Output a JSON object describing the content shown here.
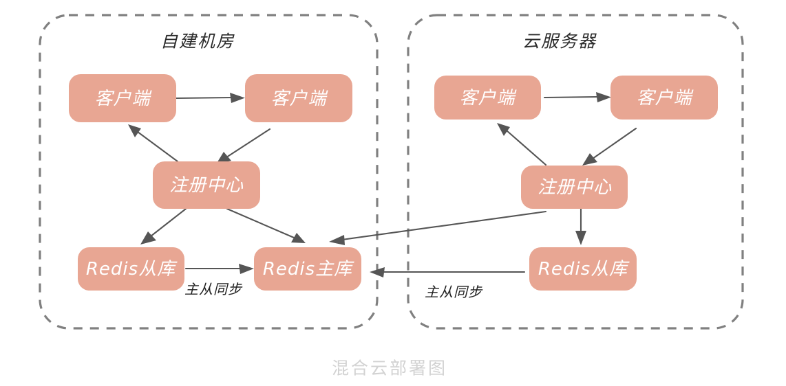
{
  "caption": "混合云部署图",
  "colors": {
    "node_fill": "#e8a693",
    "node_text": "#ffffff",
    "frame_stroke": "#808080",
    "edge_stroke": "#555555",
    "caption_text": "#d2d2d2",
    "background": "#ffffff"
  },
  "groups": [
    {
      "id": "on-premise",
      "title": "自建机房",
      "nodes": {
        "client_a": "客户端",
        "client_b": "客户端",
        "registry": "注册中心",
        "redis_slave": "Redis从库",
        "redis_master": "Redis主库"
      }
    },
    {
      "id": "cloud",
      "title": "云服务器",
      "nodes": {
        "client_a": "客户端",
        "client_b": "客户端",
        "registry": "注册中心",
        "redis_slave": "Redis从库"
      }
    }
  ],
  "edge_labels": {
    "sync_left": "主从同步",
    "sync_right": "主从同步"
  }
}
